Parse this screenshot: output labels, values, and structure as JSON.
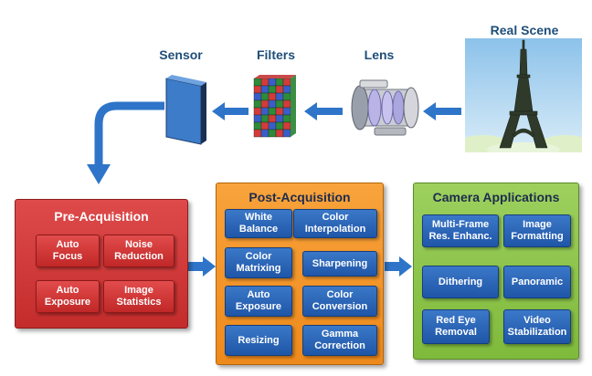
{
  "top_labels": {
    "sensor": "Sensor",
    "filters": "Filters",
    "lens": "Lens",
    "real_scene": "Real Scene"
  },
  "pre_acquisition": {
    "title": "Pre-Acquisition",
    "items": [
      "Auto\nFocus",
      "Noise\nReduction",
      "Auto\nExposure",
      "Image\nStatistics"
    ]
  },
  "post_acquisition": {
    "title": "Post-Acquisition",
    "items": [
      "White\nBalance",
      "Color\nInterpolation",
      "Color\nMatrixing",
      "Sharpening",
      "Auto\nExposure",
      "Color\nConversion",
      "Resizing",
      "Gamma\nCorrection"
    ]
  },
  "camera_applications": {
    "title": "Camera Applications",
    "items": [
      "Multi-Frame\nRes. Enhanc.",
      "Image\nFormatting",
      "Dithering",
      "Panoramic",
      "Red Eye\nRemoval",
      "Video\nStabilization"
    ]
  },
  "colors": {
    "arrow": "#2e75c9",
    "pre_panel": "#d73a3a",
    "post_panel": "#f39a2d",
    "apps_panel": "#8cc64b",
    "button": "#2a62b5"
  }
}
